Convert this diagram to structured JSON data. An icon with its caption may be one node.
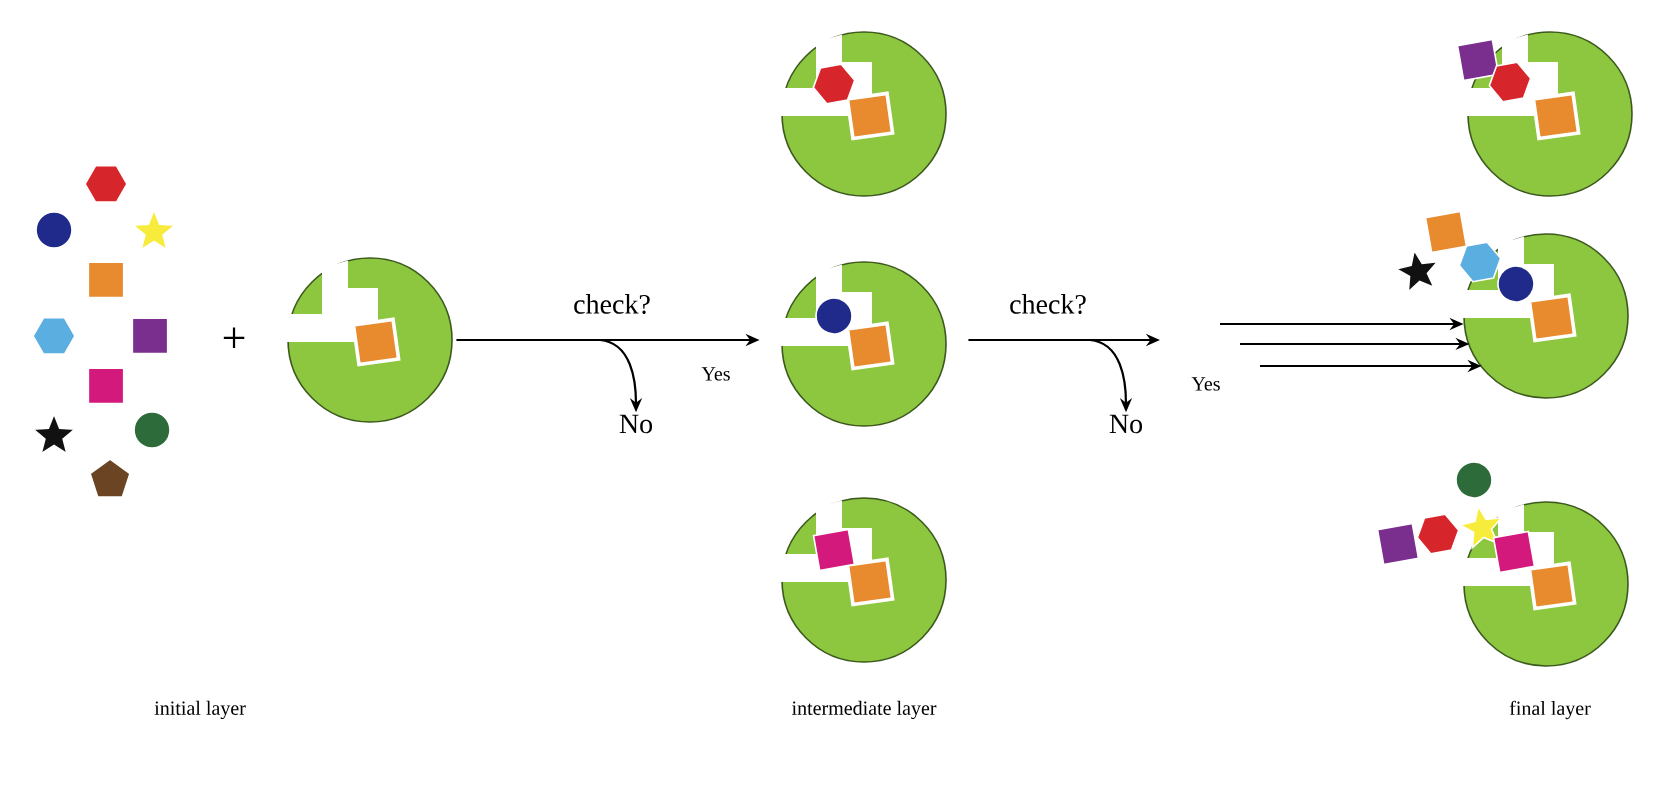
{
  "diagram": {
    "nodes": [
      {
        "text": [],
        "shape": "picture"
      },
      {
        "text": [],
        "shape": "picture"
      },
      {
        "text": [],
        "shape": "picture"
      },
      {
        "text": [],
        "shape": "picture"
      },
      {
        "text": [],
        "shape": "picture"
      },
      {
        "text": [],
        "shape": "picture"
      },
      {
        "text": [],
        "shape": "picture"
      },
      {
        "text": [
          "No"
        ]
      },
      {
        "text": [
          "No"
        ]
      }
    ],
    "edges": [
      {
        "from": 0,
        "to": 2,
        "arrow": "to",
        "label": "check?"
      },
      {
        "from": 2,
        "to": null,
        "arrow": "to",
        "label": "check?"
      },
      {
        "from": null,
        "to": 5,
        "arrow": "to"
      },
      {
        "from": null,
        "to": 5,
        "arrow": "to"
      },
      {
        "from": null,
        "to": 5,
        "arrow": "to"
      },
      {
        "from": null,
        "to": 7,
        "arrow": "to"
      },
      {
        "from": null,
        "to": 8,
        "arrow": "to"
      }
    ],
    "labels": [
      "+",
      "Yes",
      "Yes",
      "initial layer",
      "intermediate layer",
      "final layer"
    ]
  }
}
